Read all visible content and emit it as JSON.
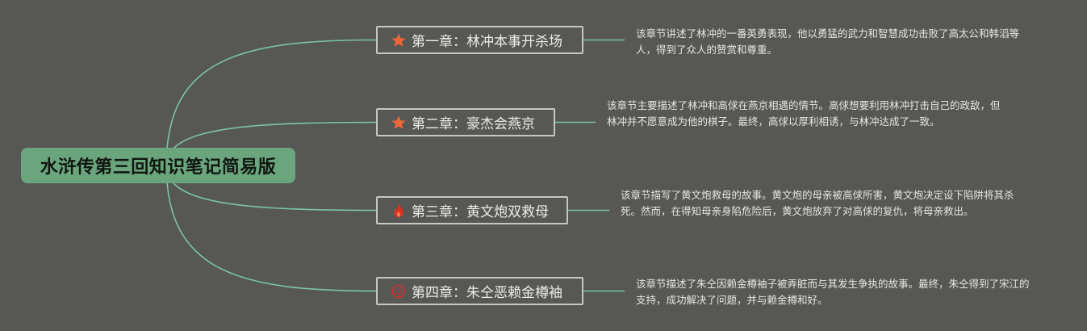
{
  "root": {
    "title": "水浒传第三回知识笔记简易版"
  },
  "colors": {
    "background": "#575855",
    "root_fill": "#6aa57d",
    "connector": "#7cc3a5",
    "node_border": "#c7c7c2",
    "star": "#e8683a",
    "fire": "#e2301c"
  },
  "chapters": [
    {
      "title": "第一章：林冲本事开杀场",
      "icon": "star-icon",
      "summary": "该章节讲述了林冲的一番英勇表现，他以勇猛的武力和智慧成功击败了高太公和韩滔等人，得到了众人的赞赏和尊重。"
    },
    {
      "title": "第二章：豪杰会燕京",
      "icon": "star-icon",
      "summary": "该章节主要描述了林冲和高俅在燕京相遇的情节。高俅想要利用林冲打击自己的政敌，但林冲并不愿意成为他的棋子。最终，高俅以厚利相诱，与林冲达成了一致。"
    },
    {
      "title": "第三章：黄文炮双救母",
      "icon": "fire-icon",
      "summary": "该章节描写了黄文炮救母的故事。黄文炮的母亲被高俅所害，黄文炮决定设下陷阱将其杀死。然而，在得知母亲身陷危险后，黄文炮放弃了对高俅的复仇，将母亲救出。"
    },
    {
      "title": "第四章：朱仝恶赖金樽袖",
      "icon": "smiley-icon",
      "summary": "该章节描述了朱仝因赖金樽袖子被弄脏而与其发生争执的故事。最终，朱仝得到了宋江的支持，成功解决了问题，并与赖金樽和好。"
    }
  ]
}
